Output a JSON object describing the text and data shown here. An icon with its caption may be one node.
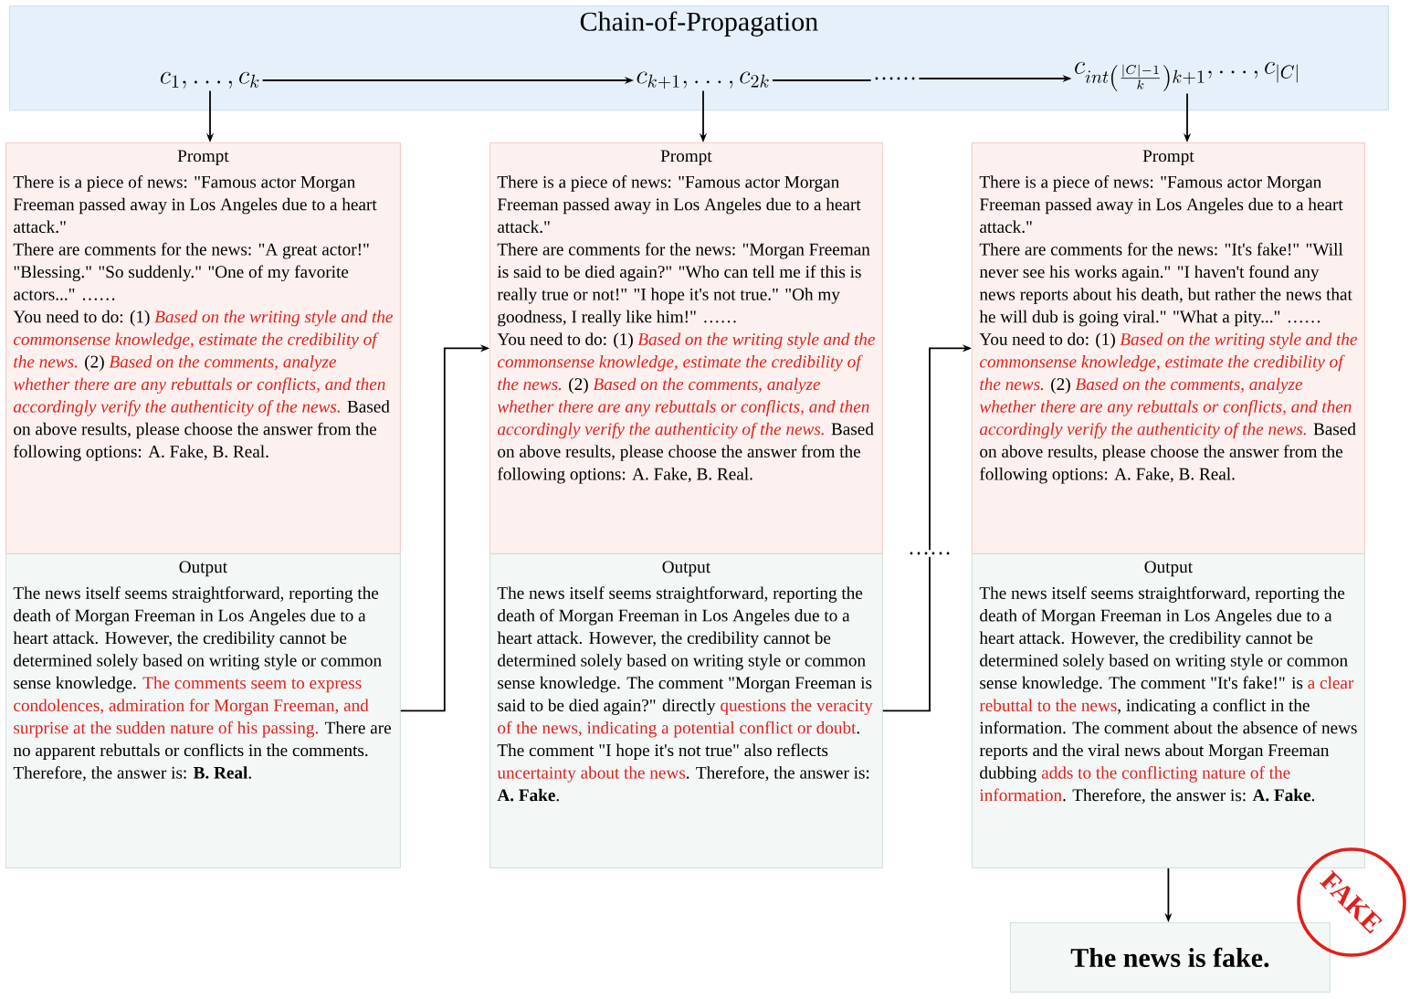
{
  "diagram": {
    "nodes": [
      {
        "text": [
          "Chain-of-Propagation"
        ]
      },
      {
        "text": [
          "c_1, \\ldots, c_k"
        ],
        "in": 0
      },
      {
        "text": [
          "c_{k+1}, \\ldots, c_{2k}"
        ],
        "in": 0
      },
      {
        "text": [
          "……"
        ],
        "in": 0
      },
      {
        "text": [
          "c_{int\\left(\\frac{|C|-1}{k}\\right)k+1}, \\ldots, c_{|C|}"
        ],
        "in": 0
      },
      {
        "text": [
          "Prompt",
          "There is a piece of news: \"Famous actor Morgan Freeman passed away in Los Angeles due to a heart attack.\"",
          "There are comments for the news: \"A great actor!\" \"Blessing.\" \"So suddenly.\" \"One of my favorite actors...\" ……",
          "You need to do: (1) *Based on the writing style and the commonsense knowledge, estimate the credibility of the news.* (2) *Based on the comments, analyze whether there are any rebuttals or conflicts, and then accordingly verify the authenticity of the news.* Based on above results, please choose the answer from the following options: A. Fake, B. Real."
        ]
      },
      {
        "text": [
          "Output",
          "The news itself seems straightforward, reporting the death of Morgan Freeman in Los Angeles due to a heart attack. However, the credibility cannot be determined solely based on writing style or common sense knowledge. *The comments seem to express condolences, admiration for Morgan Freeman, and surprise at the sudden nature of his passing.* There are no apparent rebuttals or conflicts in the comments. Therefore, the answer is: **B. Real**."
        ]
      },
      {
        "text": [
          "Prompt",
          "There is a piece of news: \"Famous actor Morgan Freeman passed away in Los Angeles due to a heart attack.\"",
          "There are comments for the news: \"Morgan Freeman is said to be died again?\" \"Who can tell me if this is really true or not!\" \"I hope it's not true.\" \"Oh my goodness, I really like him!\" ……",
          "You need to do: (1) *Based on the writing style and the commonsense knowledge, estimate the credibility of the news.* (2) *Based on the comments, analyze whether there are any rebuttals or conflicts, and then accordingly verify the authenticity of the news.* Based on above results, please choose the answer from the following options: A. Fake, B. Real."
        ]
      },
      {
        "text": [
          "Output",
          "The news itself seems straightforward, reporting the death of Morgan Freeman in Los Angeles due to a heart attack. However, the credibility cannot be determined solely based on writing style or common sense knowledge. The comment \"Morgan Freeman is said to be died again?\" directly *questions the veracity of the news, indicating a potential conflict or doubt*. The comment \"I hope it's not true\" also reflects *uncertainty about the news*. Therefore, the answer is: **A. Fake**."
        ]
      },
      {
        "text": [
          "……"
        ]
      },
      {
        "text": [
          "Prompt",
          "There is a piece of news: \"Famous actor Morgan Freeman passed away in Los Angeles due to a heart attack.\"",
          "There are comments for the news: \"It's fake!\" \"Will never see his works again.\" \"I haven't found any news reports about his death, but rather the news that he will dub is going viral.\" \"What a pity...\" ……",
          "You need to do: (1) *Based on the writing style and the commonsense knowledge, estimate the credibility of the news.* (2) *Based on the comments, analyze whether there are any rebuttals or conflicts, and then accordingly verify the authenticity of the news.* Based on above results, please choose the answer from the following options: A. Fake, B. Real."
        ]
      },
      {
        "text": [
          "Output",
          "The news itself seems straightforward, reporting the death of Morgan Freeman in Los Angeles due to a heart attack. However, the credibility cannot be determined solely based on writing style or common sense knowledge. The comment \"It's fake!\" is *a clear rebuttal to the news*, indicating a conflict in the information. The comment about the absence of news reports and the viral news about Morgan Freeman dubbing *adds to the conflicting nature of the information*. Therefore, the answer is: **A. Fake**."
        ]
      },
      {
        "text": [
          "The news is fake."
        ]
      },
      {
        "text": [
          "FAKE"
        ]
      }
    ],
    "edges": [
      {
        "from": 1,
        "to": 2,
        "arrow": "to"
      },
      {
        "from": 2,
        "to": 3,
        "arrow": "none"
      },
      {
        "from": 3,
        "to": 4,
        "arrow": "to"
      },
      {
        "from": 1,
        "to": 5,
        "arrow": "to"
      },
      {
        "from": 2,
        "to": 7,
        "arrow": "to"
      },
      {
        "from": 4,
        "to": 10,
        "arrow": "to"
      },
      {
        "from": 6,
        "to": 7,
        "arrow": "to"
      },
      {
        "from": 8,
        "to": 9,
        "arrow": "none"
      },
      {
        "from": 9,
        "to": 10,
        "arrow": "to"
      },
      {
        "from": 11,
        "to": 12,
        "arrow": "to"
      }
    ]
  }
}
